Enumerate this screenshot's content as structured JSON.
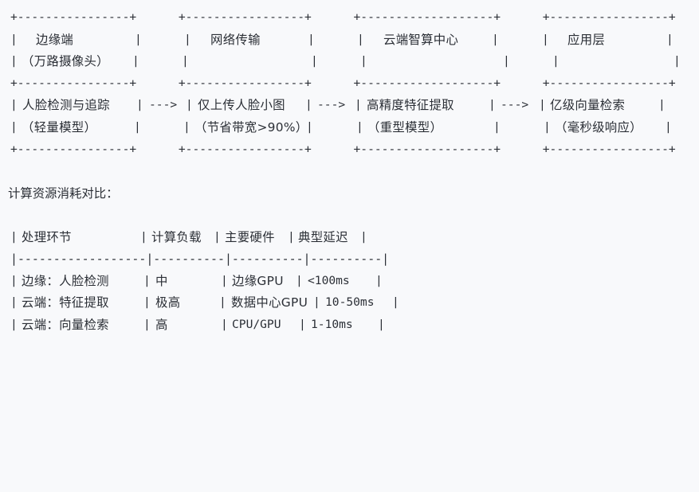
{
  "diagram": {
    "border_line_1": "+----------------+      +-----------------+      +-------------------+      +-----------------+",
    "boxes": [
      {
        "title": "边缘端",
        "subtitle": "（万路摄像头）",
        "function": "人脸检测与追踪",
        "note": "（轻量模型）"
      },
      {
        "title": "网络传输",
        "subtitle": "",
        "function": "仅上传人脸小图",
        "note": "（节省带宽>90%）"
      },
      {
        "title": "云端智算中心",
        "subtitle": "",
        "function": "高精度特征提取",
        "note": "（重型模型）"
      },
      {
        "title": "应用层",
        "subtitle": "",
        "function": "亿级向量检索",
        "note": "（毫秒级响应）"
      }
    ],
    "pipe": "|",
    "arrow": "--->"
  },
  "comparison": {
    "title": "计算资源消耗对比：",
    "headers": [
      "处理环节",
      "计算负载",
      "主要硬件",
      "典型延迟"
    ],
    "separator": "|------------------|----------|----------|----------|",
    "rows": [
      [
        "边缘：人脸检测",
        "中",
        "边缘GPU",
        "<100ms"
      ],
      [
        "云端：特征提取",
        "极高",
        "数据中心GPU",
        "10-50ms"
      ],
      [
        "云端：向量检索",
        "高",
        "CPU/GPU",
        "1-10ms"
      ]
    ]
  }
}
